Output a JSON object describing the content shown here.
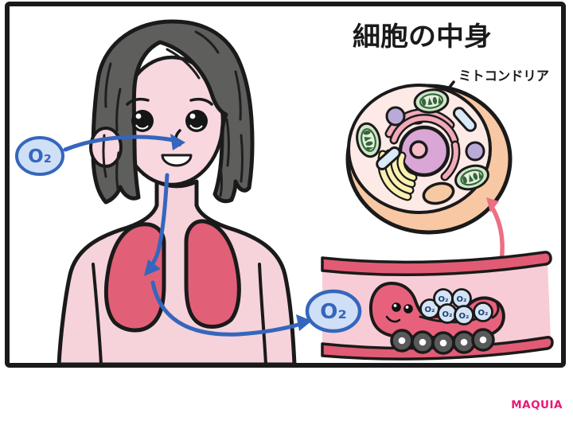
{
  "title": "細胞の中身",
  "cell": {
    "label_mitochondria": "ミトコンドリア"
  },
  "o2": {
    "badge_nose": "O₂",
    "badge_vessel": "O₂",
    "bubbles": [
      "O₂",
      "O₂",
      "O₂",
      "O₂",
      "O₂",
      "O₂"
    ]
  },
  "brand": "MAQUIA",
  "colors": {
    "outline": "#1a1a1a",
    "skin": "#f8d7df",
    "body_skin": "#f6d2db",
    "hair": "#5e5e5c",
    "lung": "#e25f78",
    "arrow_blue": "#3566bd",
    "o2_badge_fill": "#cfdff6",
    "o2_bubble_fill": "#d5e4f4",
    "o2_bubble_text": "#1d3f77",
    "vessel_wall": "#e25b74",
    "vessel_interior": "#f8ccd6",
    "red_blood_cell": "#e8617c",
    "wheel_gray": "#59595a",
    "arrow_pink": "#ec6f85",
    "cell_rim": "#f8c8a4",
    "cell_inner": "#fdeae6",
    "nucleus": "#d9a6d5",
    "nucleolus": "#f6bcc8",
    "er_pink": "#f2a9b8",
    "golgi_yellow": "#faf0b0",
    "mito_fill": "#cfe6c9",
    "mito_dark": "#35663b",
    "organelle_purple": "#b9aad9",
    "organelle_blue": "#d8e9f9",
    "organelle_orange": "#f6c9a2",
    "brand_pink": "#ea1777"
  }
}
